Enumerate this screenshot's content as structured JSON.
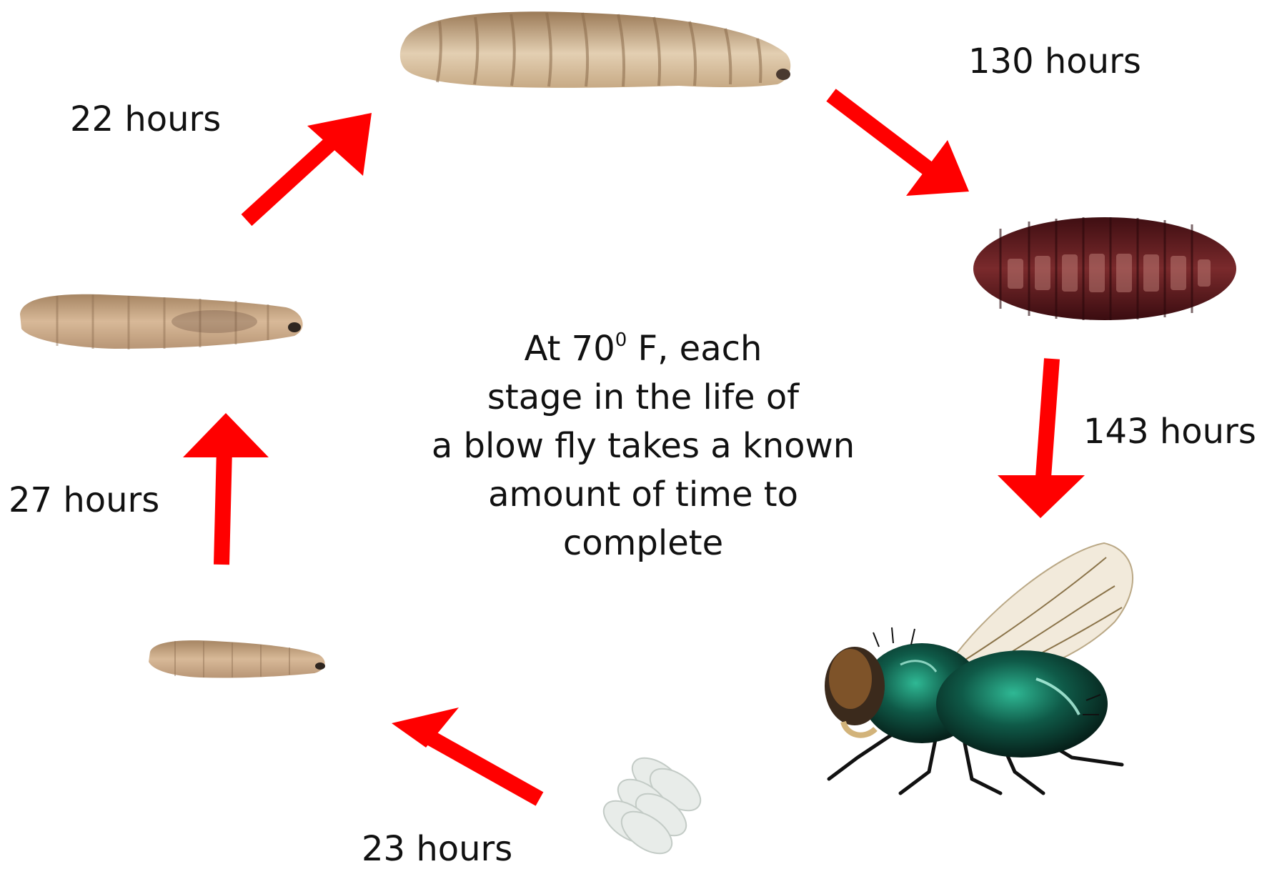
{
  "durations": {
    "first_instar": "22 hours",
    "second_instar": "130 hours",
    "third_instar": "143 hours",
    "pupa": "27 hours",
    "egg": "23 hours"
  },
  "caption": {
    "line1_prefix": "At 70",
    "line1_superscript": "0",
    "line1_suffix": " F, each",
    "line2": "stage in the life of",
    "line3": "a blow fly takes a known",
    "line4": "amount of time to",
    "line5": "complete"
  },
  "colors": {
    "arrow": "#ff0000",
    "larva": "#c8a27a",
    "pupa": "#6a1d22",
    "fly_body": "#0f5a48",
    "egg": "#e8ece9"
  },
  "icons": {
    "egg": "egg-cluster-icon",
    "larva_small": "small-larva-icon",
    "larva_medium": "medium-larva-icon",
    "larva_large": "large-larva-icon",
    "pupa": "pupa-icon",
    "adult": "blow-fly-icon"
  }
}
